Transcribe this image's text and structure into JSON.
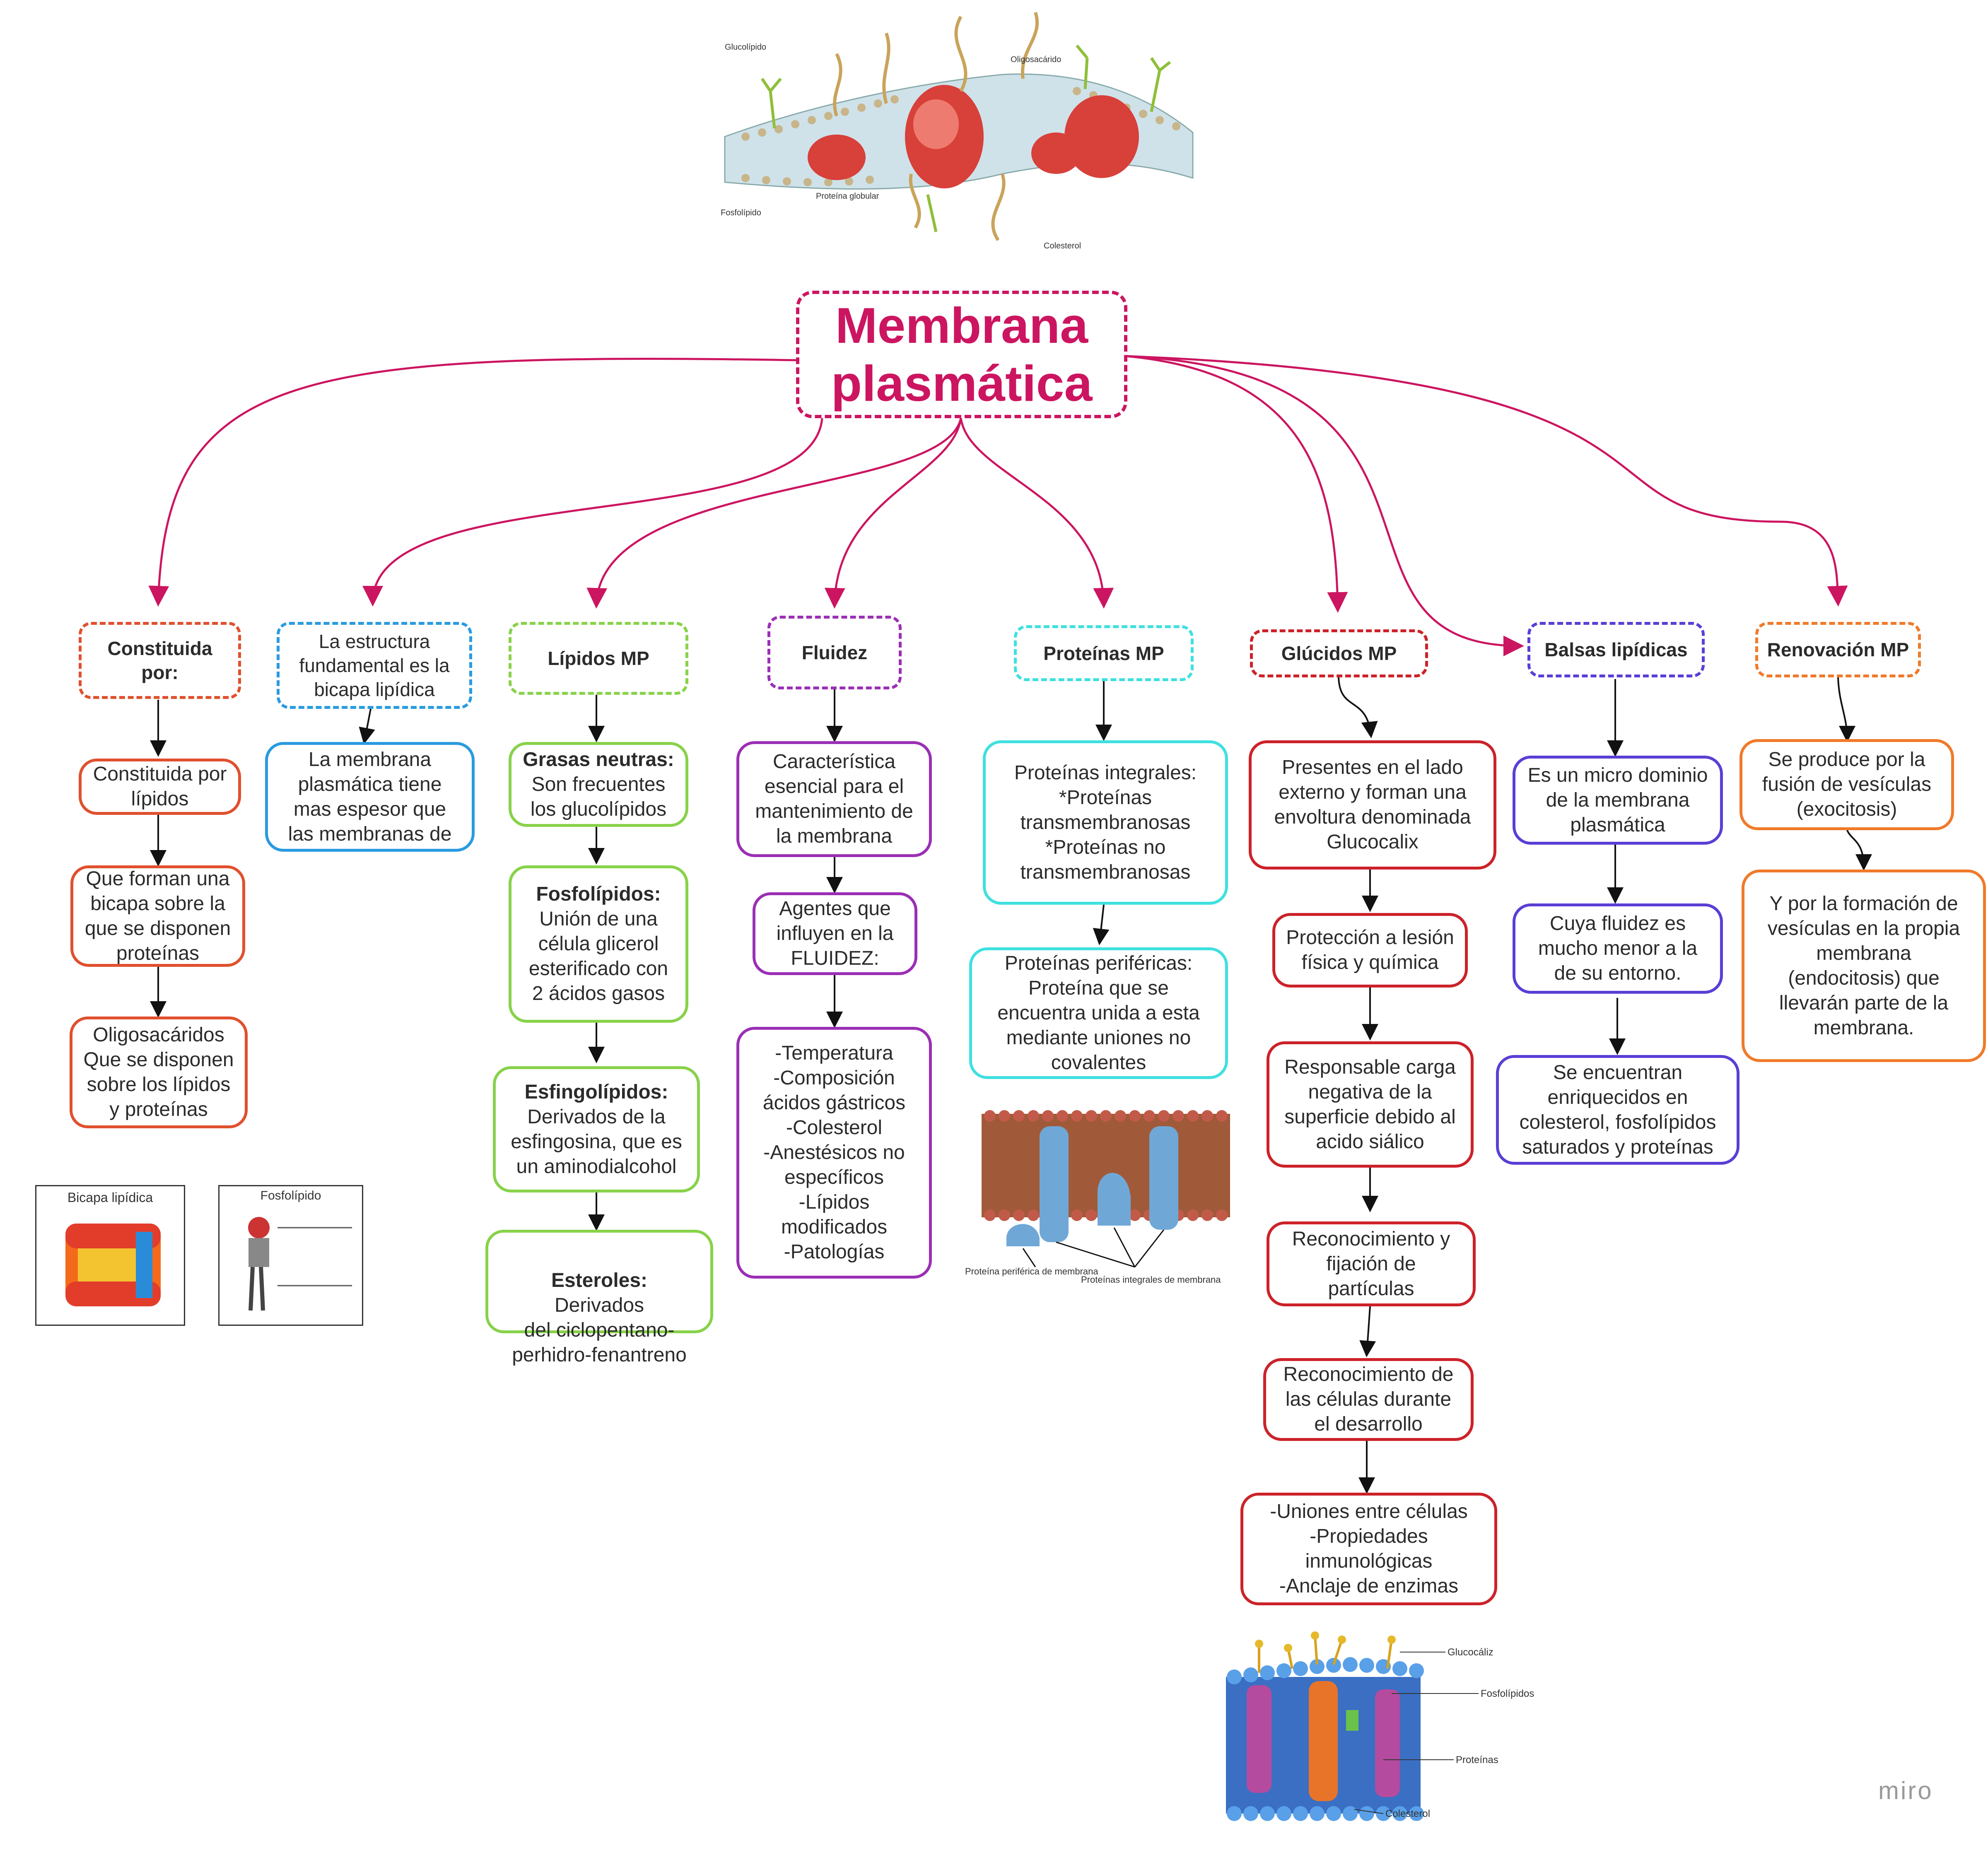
{
  "title": {
    "line1": "Membrana",
    "line2": "plasmática"
  },
  "images": {
    "top_membrane_labels": [
      "Glucolípido",
      "Oligosacárido",
      "Fosfolípido",
      "Proteína globular",
      "Colesterol"
    ],
    "bicapa_caption": "Bicapa lipídica",
    "fosfolipido_caption": "Fosfolípido",
    "proteins_captions": [
      "Proteína periférica de membrana",
      "Proteínas integrales de membrana"
    ],
    "bottom_labels": [
      "Glucocáliz",
      "Fosfolípidos",
      "Proteínas",
      "Colesterol"
    ]
  },
  "columns": {
    "constituida": {
      "header": "Constituida\npor:",
      "items": [
        "Constituida por\nlípidos",
        "Que forman una\nbicapa sobre la\nque se disponen\nproteínas",
        "Oligosacáridos\nQue se disponen\nsobre los lípidos\ny proteínas"
      ]
    },
    "estructura": {
      "header": "La estructura\nfundamental es la\nbicapa lipídica",
      "items": [
        "La membrana\nplasmática tiene\nmas espesor que\nlas membranas de"
      ]
    },
    "lipidos": {
      "header": "Lípidos MP",
      "items": [
        {
          "bold": "Grasas neutras:",
          "text": "Son frecuentes\nlos glucolípidos"
        },
        {
          "bold": "Fosfolípidos:",
          "text": "Unión de una\ncélula glicerol\nesterificado con\n2 ácidos gasos"
        },
        {
          "bold": "Esfingolípidos:",
          "text": "Derivados de la\nesfingosina, que es\nun aminodialcohol"
        },
        {
          "bold": "Esteroles:",
          "text": "Derivados\ndel ciclopentano-\nperhidro-fenantreno"
        }
      ]
    },
    "fluidez": {
      "header": "Fluidez",
      "items": [
        "Característica\nesencial para el\nmantenimiento de\nla membrana",
        "Agentes que\ninfluyen en la\nFLUIDEZ:",
        "-Temperatura\n-Composición\nácidos gástricos\n-Colesterol\n-Anestésicos no\nespecíficos\n-Lípidos\nmodificados\n-Patologías"
      ]
    },
    "proteinas": {
      "header": "Proteínas MP",
      "items": [
        "Proteínas integrales:\n*Proteínas\ntransmembranosas\n*Proteínas no\ntransmembranosas",
        "Proteínas periféricas:\nProteína que se\nencuentra unida a esta\nmediante uniones no\ncovalentes"
      ]
    },
    "glucidos": {
      "header": "Glúcidos MP",
      "items": [
        "Presentes en el lado\nexterno y forman una\nenvoltura denominada\nGlucocalix",
        "Protección a lesión\nfísica y química",
        "Responsable carga\nnegativa de la\nsuperficie debido al\nacido siálico",
        "Reconocimiento y\nfijación de\npartículas",
        "Reconocimiento de\nlas células durante\nel desarrollo",
        "-Uniones entre células\n-Propiedades\ninmunológicas\n-Anclaje de enzimas"
      ]
    },
    "balsas": {
      "header": "Balsas lipídicas",
      "items": [
        "Es un micro dominio\nde la membrana\nplasmática",
        "Cuya fluidez es\nmucho menor a la\nde su entorno.",
        "Se encuentran\nenriquecidos en\ncolesterol, fosfolípidos\nsaturados y proteínas"
      ]
    },
    "renovacion": {
      "header": "Renovación MP",
      "items": [
        "Se produce por la\nfusión de vesículas\n(exocitosis)",
        "Y por la formación de\nvesículas en la propia\nmembrana\n(endocitosis) que\nllevarán parte de la\nmembrana."
      ]
    }
  },
  "colors": {
    "pink": "#cc1560",
    "orange_red": "#e0502e",
    "blue": "#2a9be0",
    "green": "#88d24a",
    "purple": "#9b2fb5",
    "cyan": "#3fe0e0",
    "red": "#cc2229",
    "indigo": "#5b3ed6",
    "orange": "#f07a2a"
  },
  "watermark": "miro"
}
